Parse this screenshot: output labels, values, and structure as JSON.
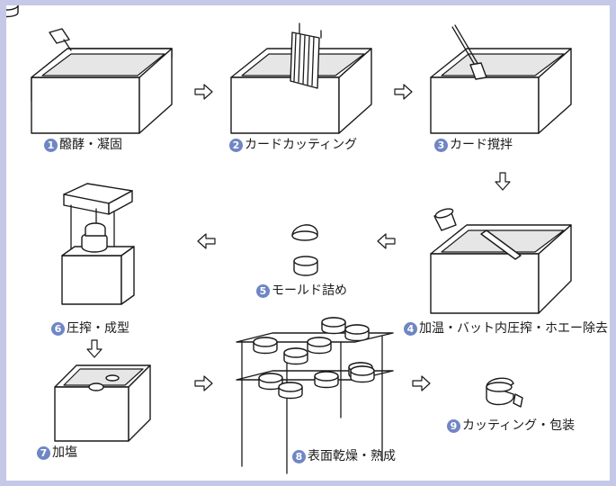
{
  "colors": {
    "frame": "#c5c8e6",
    "badge": "#6f86c4",
    "ink": "#1a1a1a"
  },
  "steps": [
    {
      "num": "1",
      "label": "醱酵・凝固"
    },
    {
      "num": "2",
      "label": "カードカッティング"
    },
    {
      "num": "3",
      "label": "カード撹拌"
    },
    {
      "num": "4",
      "label": "加温・バット内圧搾・ホエー除去"
    },
    {
      "num": "5",
      "label": "モールド詰め"
    },
    {
      "num": "6",
      "label": "圧搾・成型"
    },
    {
      "num": "7",
      "label": "加塩"
    },
    {
      "num": "8",
      "label": "表面乾燥・熟成"
    },
    {
      "num": "9",
      "label": "カッティング・包装"
    }
  ],
  "arrows": [
    "arrow-right-icon",
    "arrow-down-icon",
    "arrow-left-icon"
  ]
}
